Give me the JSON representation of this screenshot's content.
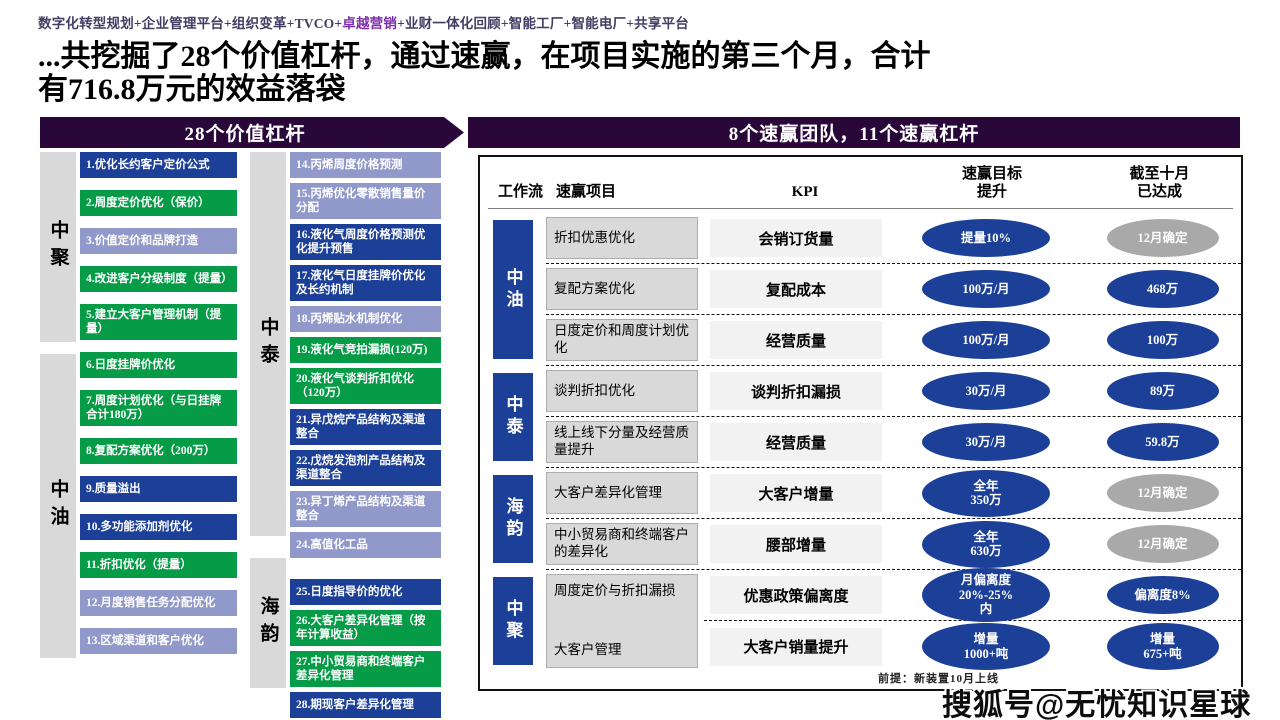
{
  "meta_bar": {
    "prefix": "数字化转型规划+企业管理平台+组织变革+TVCO+",
    "highlight": "卓越营销",
    "suffix": "+业财一体化回顾+智能工厂+智能电厂+共享平台",
    "highlight_color": "#7b2fa8"
  },
  "title": {
    "line1": "...共挖掘了28个价值杠杆，通过速赢，在项目实施的第三个月，合计",
    "line2": "有716.8万元的效益落袋"
  },
  "left_panel": {
    "header": "28个价值杠杆",
    "groups_col1": [
      {
        "label": "中聚"
      },
      {
        "label": "中油"
      }
    ],
    "groups_col2": [
      {
        "label": "中泰"
      },
      {
        "label": "海韵"
      }
    ],
    "col1_items": [
      {
        "label": "1.优化长约客户定价公式",
        "color": "blue"
      },
      {
        "label": "2.周度定价优化（保价）",
        "color": "green"
      },
      {
        "label": "3.价值定价和品牌打造",
        "color": "lavender"
      },
      {
        "label": "4.改进客户分级制度（提量）",
        "color": "green"
      },
      {
        "label": "5.建立大客户管理机制（提量）",
        "color": "green"
      },
      {
        "label": "6.日度挂牌价优化",
        "color": "green"
      },
      {
        "label": "7.周度计划优化（与日挂牌合计180万）",
        "color": "green"
      },
      {
        "label": "8.复配方案优化（200万）",
        "color": "green"
      },
      {
        "label": "9.质量溢出",
        "color": "blue"
      },
      {
        "label": "10.多功能添加剂优化",
        "color": "blue"
      },
      {
        "label": "11.折扣优化（提量）",
        "color": "green"
      },
      {
        "label": "12.月度销售任务分配优化",
        "color": "lavender"
      },
      {
        "label": "13.区域渠道和客户优化",
        "color": "lavender"
      }
    ],
    "col2_items": [
      {
        "label": "14.丙烯周度价格预测",
        "color": "lavender"
      },
      {
        "label": "15.丙烯优化零散销售量价分配",
        "color": "lavender"
      },
      {
        "label": "16.液化气周度价格预测优化提升预售",
        "color": "blue"
      },
      {
        "label": "17.液化气日度挂牌价优化及长约机制",
        "color": "blue"
      },
      {
        "label": "18.丙烯贴水机制优化",
        "color": "lavender"
      },
      {
        "label": "19.液化气竞拍漏损(120万)",
        "color": "green"
      },
      {
        "label": "20.液化气谈判折扣优化（120万）",
        "color": "green"
      },
      {
        "label": "21.异戊烷产品结构及渠道整合",
        "color": "blue"
      },
      {
        "label": "22.戊烷发泡剂产品结构及渠道整合",
        "color": "blue"
      },
      {
        "label": "23.异丁烯产品结构及渠道整合",
        "color": "lavender"
      },
      {
        "label": "24.高值化工品",
        "color": "lavender"
      },
      {
        "label": "25.日度指导价的优化",
        "color": "blue",
        "gap_before": true
      },
      {
        "label": "26.大客户差异化管理（按年计算收益）",
        "color": "green"
      },
      {
        "label": "27.中小贸易商和终端客户差异化管理",
        "color": "green"
      },
      {
        "label": "28.期现客户差异化管理",
        "color": "blue"
      }
    ]
  },
  "right_panel": {
    "header": "8个速赢团队，11个速赢杠杆",
    "columns": [
      "工作流",
      "速赢项目",
      "KPI",
      "速赢目标\n提升",
      "截至十月\n已达成"
    ],
    "groups": [
      {
        "label": "中油",
        "rows": [
          {
            "project": "折扣优惠优化",
            "kpi": "会销订货量",
            "target": "提量10%",
            "target_color": "blue",
            "achieved": "12月确定",
            "achieved_color": "gray"
          },
          {
            "project": "复配方案优化",
            "kpi": "复配成本",
            "target": "100万/月",
            "target_color": "blue",
            "achieved": "468万",
            "achieved_color": "blue"
          },
          {
            "project": "日度定价和周度计划优化",
            "kpi": "经营质量",
            "target": "100万/月",
            "target_color": "blue",
            "achieved": "100万",
            "achieved_color": "blue"
          }
        ]
      },
      {
        "label": "中泰",
        "rows": [
          {
            "project": "谈判折扣优化",
            "kpi": "谈判折扣漏损",
            "target": "30万/月",
            "target_color": "blue",
            "achieved": "89万",
            "achieved_color": "blue"
          },
          {
            "project": "线上线下分量及经营质量提升",
            "kpi": "经营质量",
            "target": "30万/月",
            "target_color": "blue",
            "achieved": "59.8万",
            "achieved_color": "blue"
          }
        ]
      },
      {
        "label": "海韵",
        "rows": [
          {
            "project": "大客户差异化管理",
            "kpi": "大客户增量",
            "target": "全年\n350万",
            "target_color": "blue",
            "achieved": "12月确定",
            "achieved_color": "gray"
          },
          {
            "project": "中小贸易商和终端客户的差异化",
            "kpi": "腰部增量",
            "target": "全年\n630万",
            "target_color": "blue",
            "achieved": "12月确定",
            "achieved_color": "gray"
          }
        ]
      },
      {
        "label": "中聚",
        "merged_project": [
          "周度定价与折扣漏损",
          "大客户管理"
        ],
        "rows": [
          {
            "kpi": "优惠政策偏离度",
            "target": "月偏离度\n20%-25%\n内",
            "target_color": "blue",
            "achieved": "偏离度8%",
            "achieved_color": "blue"
          },
          {
            "kpi": "大客户销量提升",
            "target": "增量\n1000+吨",
            "target_color": "blue",
            "achieved": "增量\n675+吨",
            "achieved_color": "blue"
          }
        ]
      }
    ],
    "footnote": "前提：新装置10月上线"
  },
  "watermark": "搜狐号@无忧知识星球",
  "colors": {
    "band_purple": "#290839",
    "lever_blue": "#1c3f97",
    "lever_green": "#069c47",
    "lever_lavender": "#9199cb",
    "group_bar_gray": "#d9d9d9",
    "kpi_bg": "#f2f2f2",
    "pill_gray": "#a9a9a9",
    "meta_highlight": "#7b2fa8"
  }
}
